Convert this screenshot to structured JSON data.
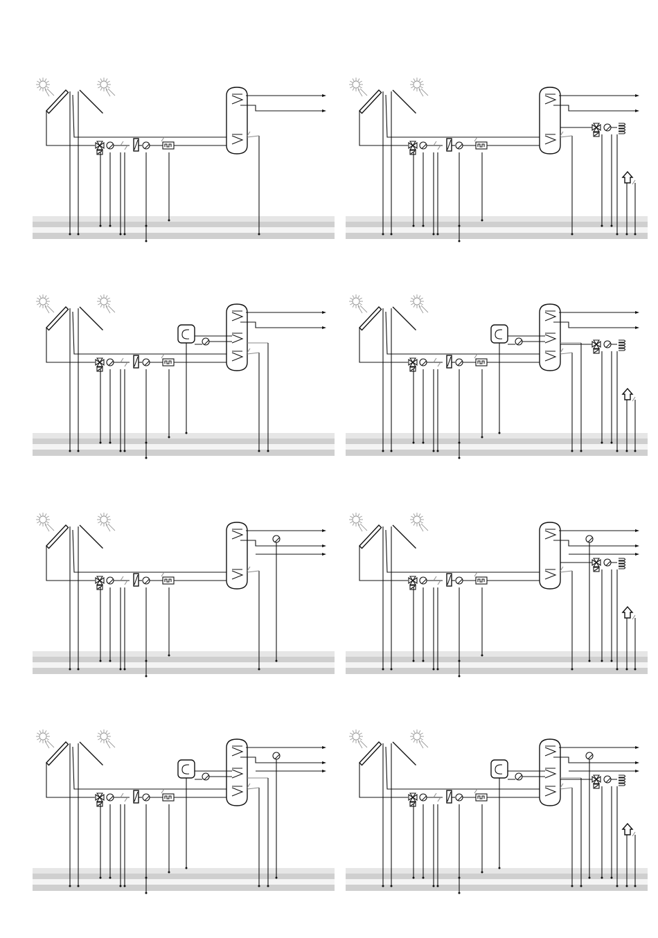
{
  "diagrams": [
    {
      "id": "a",
      "hasBoiler": false,
      "dhwPump": false,
      "heatingCircuits": 0
    },
    {
      "id": "b",
      "hasBoiler": false,
      "dhwPump": false,
      "heatingCircuits": 1
    },
    {
      "id": "c",
      "hasBoiler": true,
      "dhwPump": false,
      "heatingCircuits": 0
    },
    {
      "id": "d",
      "hasBoiler": true,
      "dhwPump": false,
      "heatingCircuits": 1
    },
    {
      "id": "e",
      "hasBoiler": false,
      "dhwPump": true,
      "heatingCircuits": 0
    },
    {
      "id": "f",
      "hasBoiler": false,
      "dhwPump": true,
      "heatingCircuits": 1
    },
    {
      "id": "g",
      "hasBoiler": true,
      "dhwPump": true,
      "heatingCircuits": 0
    },
    {
      "id": "h",
      "hasBoiler": true,
      "dhwPump": true,
      "heatingCircuits": 1
    }
  ],
  "colors": {
    "line": "#111111",
    "sensor": "#8a8a8a",
    "sun": "#999999",
    "band_light": "#e6e6e6",
    "band_mid": "#cfcfcf",
    "band_white": "#f4f4f4"
  },
  "icons": [
    "sun-icon",
    "collector-icon",
    "mixing-valve-icon",
    "pump-icon",
    "heat-exchanger-icon",
    "flow-meter-icon",
    "storage-tank-icon",
    "boiler-icon",
    "radiator-icon",
    "house-icon",
    "sensor-icon"
  ]
}
